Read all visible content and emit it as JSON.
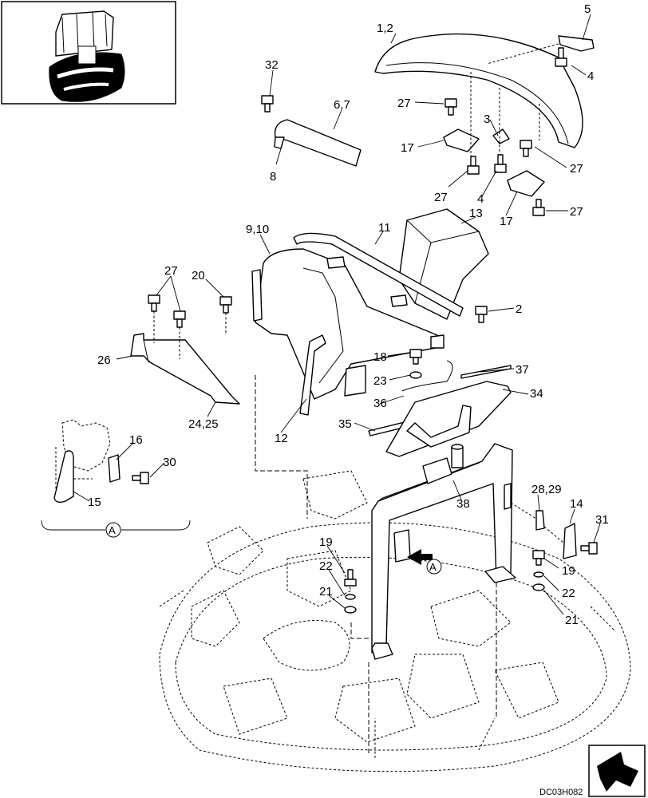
{
  "drawing_code": "DC03H082",
  "view_marker": "A",
  "callouts": [
    "1,2",
    "5",
    "4",
    "32",
    "6,7",
    "27",
    "3",
    "17",
    "27",
    "8",
    "27",
    "4",
    "17",
    "27",
    "13",
    "9,10",
    "11",
    "27",
    "20",
    "2",
    "18",
    "37",
    "23",
    "26",
    "36",
    "34",
    "35",
    "12",
    "24,25",
    "16",
    "30",
    "15",
    "38",
    "28,29",
    "14",
    "31",
    "19",
    "22",
    "21",
    "19",
    "22",
    "21"
  ],
  "icons": {
    "thumbnail": "excavator-cab-thumbnail-icon",
    "orientation": "direction-arrow-icon"
  }
}
